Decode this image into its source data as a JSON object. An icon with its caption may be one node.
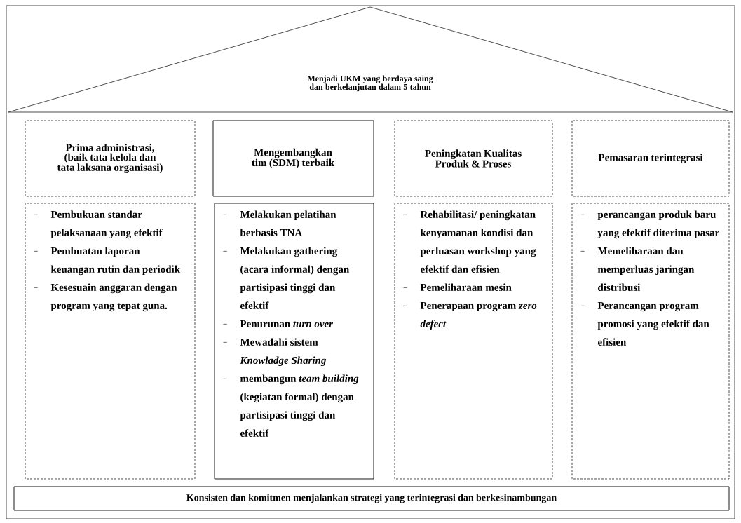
{
  "diagram": {
    "nodes": [
      {
        "text": [
          "Menjadi UKM yang berdaya saing dan berkelanjutan dalam 5 tahun"
        ]
      },
      {
        "text": [
          "Prima administrasi, (baik tata kelola dan tata laksana organisasi)"
        ]
      },
      {
        "text": [
          "Mengembangkan tim (SDM) terbaik"
        ]
      },
      {
        "text": [
          "Peningkatan Kualitas Produk & Proses"
        ]
      },
      {
        "text": [
          "Pemasaran terintegrasi"
        ]
      },
      {
        "text": [
          "Pembukuan standar pelaksanaan yang efektif",
          "Pembuatan laporan keuangan rutin dan periodik",
          "Kesesuain anggaran dengan program yang tepat guna."
        ]
      },
      {
        "text": [
          "Melakukan pelatihan berbasis TNA",
          "Melakukan gathering (acara informal) dengan partisipasi tinggi dan efektif",
          "Penurunan *turn over*",
          "Mewadahi sistem *Knowladge Sharing*",
          "membangun *team building* (kegiatan formal) dengan partisipasi tinggi dan efektif"
        ]
      },
      {
        "text": [
          "Rehabilitasi/ peningkatan kenyamanan kondisi dan perluasan workshop yang efektif dan efisien",
          "Pemeliharaan mesin",
          "Penerapaan program *zero defect*"
        ]
      },
      {
        "text": [
          "perancangan produk baru yang efektif diterima pasar",
          "Memeliharaan dan memperluas jaringan distribusi",
          "Perancangan program promosi yang efektif dan efisien"
        ]
      },
      {
        "text": [
          "Konsisten dan komitmen menjalankan strategi yang terintegrasi dan berkesinambungan"
        ]
      }
    ]
  }
}
